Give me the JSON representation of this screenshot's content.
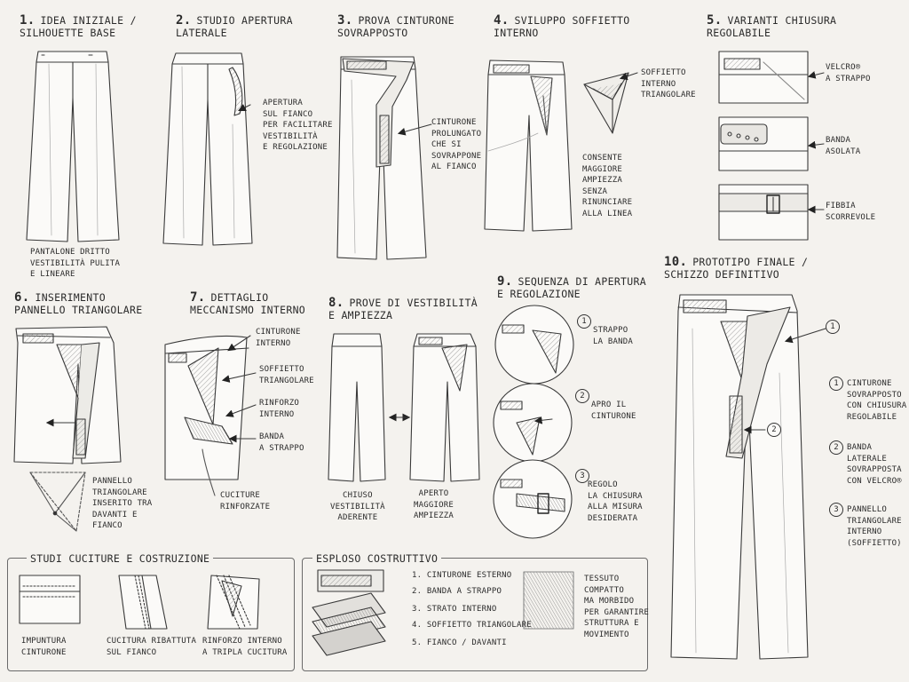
{
  "steps": {
    "s1": {
      "num": "1.",
      "title": "IDEA INIZIALE /\nSILHOUETTE BASE",
      "note": "PANTALONE DRITTO\nVESTIBILITÀ PULITA\nE LINEARE"
    },
    "s2": {
      "num": "2.",
      "title": "STUDIO APERTURA\nLATERALE",
      "note": "APERTURA\nSUL FIANCO\nPER FACILITARE\nVESTIBILITÀ\nE REGOLAZIONE"
    },
    "s3": {
      "num": "3.",
      "title": "PROVA CINTURONE\nSOVRAPPOSTO",
      "note": "CINTURONE\nPROLUNGATO\nCHE SI\nSOVRAPPONE\nAL FIANCO"
    },
    "s4": {
      "num": "4.",
      "title": "SVILUPPO SOFFIETTO\nINTERNO",
      "note_a": "SOFFIETTO\nINTERNO\nTRIANGOLARE",
      "note_b": "CONSENTE\nMAGGIORE\nAMPIEZZA\nSENZA\nRINUNCIARE\nALLA LINEA"
    },
    "s5": {
      "num": "5.",
      "title": "VARIANTI CHIUSURA\nREGOLABILE",
      "opt1": "VELCRO®\nA STRAPPO",
      "opt2": "BANDA\nASOLATA",
      "opt3": "FIBBIA\nSCORREVOLE"
    },
    "s6": {
      "num": "6.",
      "title": "INSERIMENTO\nPANNELLO TRIANGOLARE",
      "note": "PANNELLO\nTRIANGOLARE\nINSERITO TRA\nDAVANTI E\nFIANCO"
    },
    "s7": {
      "num": "7.",
      "title": "DETTAGLIO\nMECCANISMO INTERNO",
      "l1": "CINTURONE\nINTERNO",
      "l2": "SOFFIETTO\nTRIANGOLARE",
      "l3": "RINFORZO\nINTERNO",
      "l4": "BANDA\nA STRAPPO",
      "l5": "CUCITURE\nRINFORZATE"
    },
    "s8": {
      "num": "8.",
      "title": "PROVE DI VESTIBILITÀ\nE AMPIEZZA",
      "closed": "CHIUSO\nVESTIBILITÀ\nADERENTE",
      "open": "APERTO\nMAGGIORE\nAMPIEZZA"
    },
    "s9": {
      "num": "9.",
      "title": "SEQUENZA DI APERTURA\nE REGOLAZIONE",
      "st1": "STRAPPO\nLA BANDA",
      "st2": "APRO IL\nCINTURONE",
      "st3": "REGOLO\nLA CHIUSURA\nALLA MISURA\nDESIDERATA"
    },
    "s10": {
      "num": "10.",
      "title": "PROTOTIPO FINALE /\nSCHIZZO DEFINITIVO",
      "c1": "CINTURONE\nSOVRAPPOSTO\nCON CHIUSURA\nREGOLABILE",
      "c2": "BANDA\nLATERALE\nSOVRAPPOSTA\nCON VELCRO®",
      "c3": "PANNELLO\nTRIANGOLARE\nINTERNO\n(SOFFIETTO)"
    }
  },
  "markers": [
    "1",
    "2",
    "3"
  ],
  "seams": {
    "title": "STUDI CUCITURE E COSTRUZIONE",
    "a": "IMPUNTURA\nCINTURONE",
    "b": "CUCITURA RIBATTUTA\nSUL FIANCO",
    "c": "RINFORZO INTERNO\nA TRIPLA CUCITURA"
  },
  "explode": {
    "title": "ESPLOSO COSTRUTTIVO",
    "layers": [
      "1. CINTURONE ESTERNO",
      "2. BANDA A STRAPPO",
      "3. STRATO INTERNO",
      "4. SOFFIETTO TRIANGOLARE",
      "5. FIANCO / DAVANTI"
    ],
    "fabric": "TESSUTO\nCOMPATTO\nMA MORBIDO\nPER GARANTIRE\nSTRUTTURA E\nMOVIMENTO"
  },
  "colors": {
    "paper": "#f4f2ee",
    "ink": "#2b2b2b",
    "pencil": "#555555",
    "shade": "#9a9a9a"
  }
}
